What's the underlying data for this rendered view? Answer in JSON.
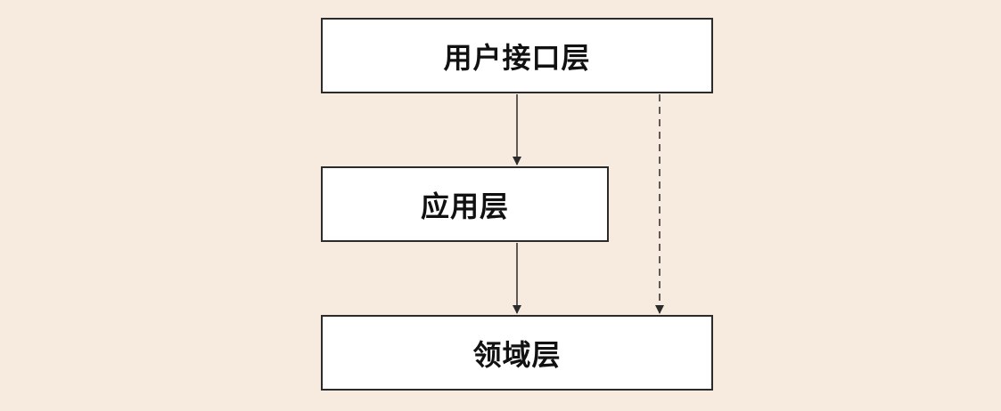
{
  "diagram": {
    "layers": {
      "ui": {
        "label": "用户接口层"
      },
      "app": {
        "label": "应用层"
      },
      "domain": {
        "label": "领域层"
      }
    },
    "edges": [
      {
        "from": "ui",
        "to": "app",
        "style": "solid"
      },
      {
        "from": "app",
        "to": "domain",
        "style": "solid"
      },
      {
        "from": "ui",
        "to": "domain",
        "style": "dashed"
      }
    ],
    "colors": {
      "background": "#f7eadf",
      "box_fill": "#ffffff",
      "stroke": "#2b2b2b",
      "text": "#111111"
    }
  }
}
